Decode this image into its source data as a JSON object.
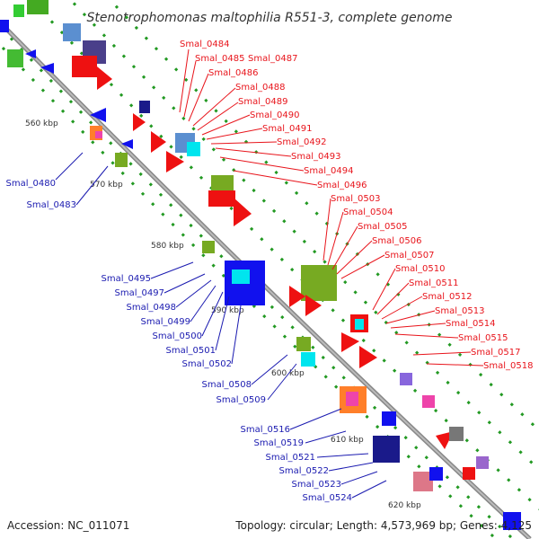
{
  "title": "Stenotrophomonas maltophilia R551-3, complete genome",
  "footer": {
    "accession": "Accession: NC_011071",
    "topology": "Topology: circular; Length: 4,573,969 bp; Genes: 4,125"
  },
  "colors": {
    "forward_gene": "#ee1111",
    "reverse_gene": "#1111ee",
    "forward_label": "#e8141b",
    "reverse_label": "#1a1ab0",
    "backbone": "#888888",
    "dots": "#229922"
  },
  "ticks": [
    "560 kbp",
    "570 kbp",
    "580 kbp",
    "590 kbp",
    "600 kbp",
    "610 kbp",
    "620 kbp"
  ],
  "forward_labels": [
    "Smal_0484",
    "Smal_0485",
    "Smal_0487",
    "Smal_0486",
    "Smal_0488",
    "Smal_0489",
    "Smal_0490",
    "Smal_0491",
    "Smal_0492",
    "Smal_0493",
    "Smal_0494",
    "Smal_0496",
    "Smal_0503",
    "Smal_0504",
    "Smal_0505",
    "Smal_0506",
    "Smal_0507",
    "Smal_0510",
    "Smal_0511",
    "Smal_0512",
    "Smal_0513",
    "Smal_0514",
    "Smal_0515",
    "Smal_0517",
    "Smal_0518"
  ],
  "reverse_labels": [
    "Smal_0480",
    "Smal_0483",
    "Smal_0495",
    "Smal_0497",
    "Smal_0498",
    "Smal_0499",
    "Smal_0500",
    "Smal_0501",
    "Smal_0502",
    "Smal_0508",
    "Smal_0509",
    "Smal_0516",
    "Smal_0519",
    "Smal_0521",
    "Smal_0522",
    "Smal_0523",
    "Smal_0524"
  ]
}
